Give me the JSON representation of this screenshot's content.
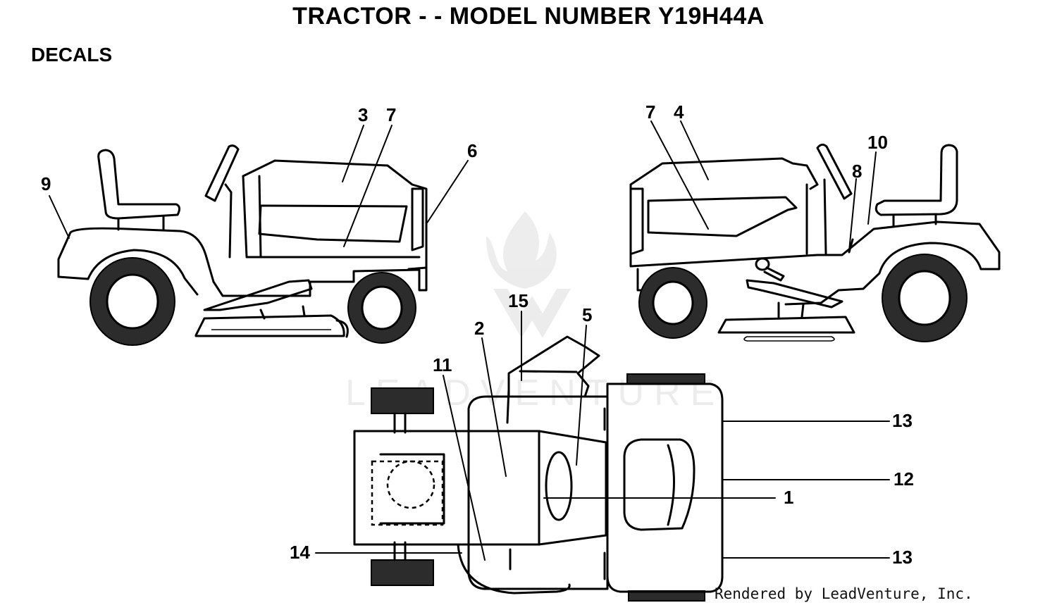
{
  "title": "TRACTOR - - MODEL NUMBER Y19H44A",
  "section": "DECALS",
  "watermark": "LEADVENTURE",
  "credit": "Rendered by LeadVenture, Inc.",
  "callouts": {
    "left_view": [
      "3",
      "7",
      "6",
      "9"
    ],
    "right_view": [
      "7",
      "4",
      "10",
      "8"
    ],
    "top_view": [
      "15",
      "5",
      "2",
      "11",
      "13",
      "12",
      "1",
      "14",
      "13"
    ]
  }
}
